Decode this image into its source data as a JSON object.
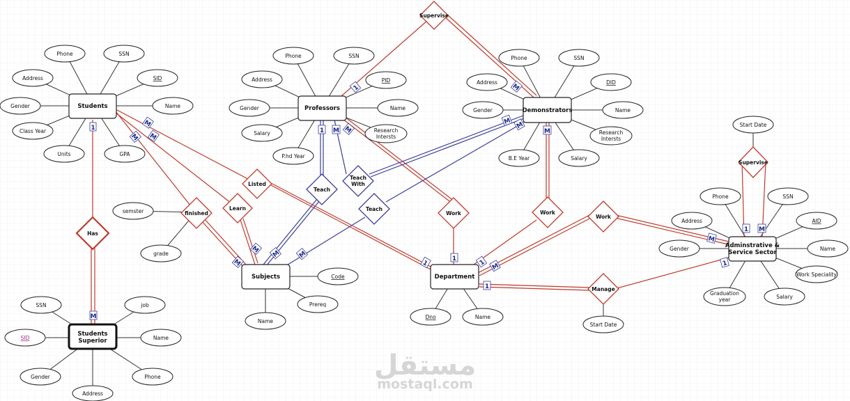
{
  "colors": {
    "red": "#c0392b",
    "blue": "#3a3d9c",
    "grid": "#f1f1f1",
    "key_link": "#c0392b"
  },
  "watermark": {
    "logo_text": "مستقل",
    "site": "mostaql.com"
  },
  "entities": {
    "students": {
      "label": "Students"
    },
    "professors": {
      "label": "Professors"
    },
    "demonstrators": {
      "label": "Demonstrators"
    },
    "subjects": {
      "label": "Subjects"
    },
    "department": {
      "label": "Department"
    },
    "admin": {
      "label1": "Adminstrative &",
      "label2": "Service Sector"
    },
    "superior": {
      "label1": "Students",
      "label2": "Superior"
    }
  },
  "attributes": {
    "st_phone": "Phone",
    "st_ssn": "SSN",
    "st_address": "Address",
    "st_sid": "SID",
    "st_gender": "Gender",
    "st_name": "Name",
    "st_classyear": "Class Year",
    "st_units": "Units",
    "st_gpa": "GPA",
    "pr_phone": "Phone",
    "pr_ssn": "SSN",
    "pr_address": "Address",
    "pr_pid": "PID",
    "pr_gender": "Gender",
    "pr_name": "Name",
    "pr_salary": "Salary",
    "pr_research1": "Research",
    "pr_research2": "Intersts",
    "pr_phd": "P.hd Year",
    "de_phone": "Phone",
    "de_ssn": "SSN",
    "de_address": "Address",
    "de_did": "DID",
    "de_gender": "Gender",
    "de_name": "Name",
    "de_research1": "Research",
    "de_research2": "Intersts",
    "de_beyear": "B.E Year",
    "de_salary": "Salary",
    "sub_code": "Code",
    "sub_prereq": "Prereq",
    "sub_name": "Name",
    "dep_dno": "Dno",
    "dep_name": "Name",
    "fin_semster": "semster",
    "fin_grade": "grade",
    "mg_startdate": "Start Date",
    "sv_startdate": "Start Date",
    "ad_phone": "Phone",
    "ad_ssn": "SSN",
    "ad_address": "Address",
    "ad_aid": "AID",
    "ad_gender": "Gender",
    "ad_name": "Name",
    "ad_workspec": "Work Speciality",
    "ad_grad1": "Graduation",
    "ad_grad2": "year",
    "ad_salary": "Salary",
    "ss_ssn": "SSN",
    "ss_job": "job",
    "ss_sid": "SID",
    "ss_name": "Name",
    "ss_gender": "Gender",
    "ss_phone": "Phone",
    "ss_address": "Address"
  },
  "relationships": {
    "supervise_top": "Supervise",
    "teach_with1": "Teach",
    "teach_with2": "With",
    "teach1": "Teach",
    "teach2": "Teach",
    "listed": "Listed",
    "finished": "finished",
    "learn": "Learn",
    "has": "Has",
    "work_prof": "Work",
    "work_demo": "Work",
    "work_admin": "Work",
    "manage": "Manage",
    "supervise_admin": "Supervise"
  },
  "cardinalities": {
    "c1": "1",
    "c2": "M",
    "c3": "M",
    "c4": "M",
    "c5": "M",
    "c6": "1",
    "c7": "M",
    "c8": "M",
    "c9": "M",
    "c10": "M",
    "c11": "M",
    "c12": "M",
    "c13": "M",
    "c14": "M",
    "c15": "M",
    "c16": "1",
    "c17": "1",
    "c18": "1",
    "c19": "M",
    "c20": "1",
    "c21": "M",
    "c22": "1",
    "c23": "1",
    "c24": "M",
    "c25": "M"
  }
}
